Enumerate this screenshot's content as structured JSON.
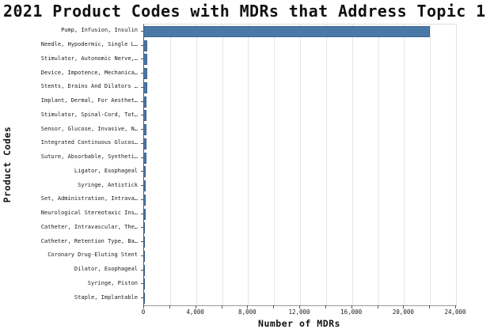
{
  "title": "2021 Product Codes with MDRs that Address Topic 1",
  "chart_data": {
    "type": "bar",
    "orientation": "horizontal",
    "title": "2021 Product Codes with MDRs that Address Topic 1",
    "xlabel": "Number of MDRs",
    "ylabel": "Product Codes",
    "xlim": [
      0,
      24000
    ],
    "grid": true,
    "grid_interval": 2000,
    "legend_position": "none",
    "x_major_ticks": [
      {
        "value": 0,
        "label": "0"
      },
      {
        "value": 4000,
        "label": "4,000"
      },
      {
        "value": 8000,
        "label": "8,000"
      },
      {
        "value": 12000,
        "label": "12,000"
      },
      {
        "value": 16000,
        "label": "16,000"
      },
      {
        "value": 20000,
        "label": "20,000"
      },
      {
        "value": 24000,
        "label": "24,000"
      }
    ],
    "x_minor_tick_interval": 2000,
    "categories": [
      "Pump, Infusion, Insulin",
      "Needle, Hypodermic, Single L…",
      "Stimulator, Autonomic Nerve,…",
      "Device, Impotence, Mechanica…",
      "Stents, Drains And Dilators …",
      "Implant, Dermal, For Aesthet…",
      "Stimulator, Spinal-Cord, Tot…",
      "Sensor, Glucose, Invasive, N…",
      "Integrated Continuous Glucos…",
      "Suture, Absorbable, Syntheti…",
      "Ligator, Esophageal",
      "Syringe, Antistick",
      "Set, Administration, Intrava…",
      "Neurological Stereotaxic Ins…",
      "Catheter, Intravascular, The…",
      "Catheter, Retention Type, Ba…",
      "Coronary Drug-Eluting Stent",
      "Dilator, Esophageal",
      "Syringe, Piston",
      "Staple, Implantable"
    ],
    "values": [
      22000,
      245,
      235,
      225,
      215,
      210,
      200,
      190,
      180,
      160,
      140,
      120,
      105,
      95,
      90,
      85,
      80,
      75,
      70,
      65
    ],
    "bar_color": "#4a78a8",
    "bar_edge_color": "#39618c",
    "grid_color": "#e4e4e4"
  }
}
